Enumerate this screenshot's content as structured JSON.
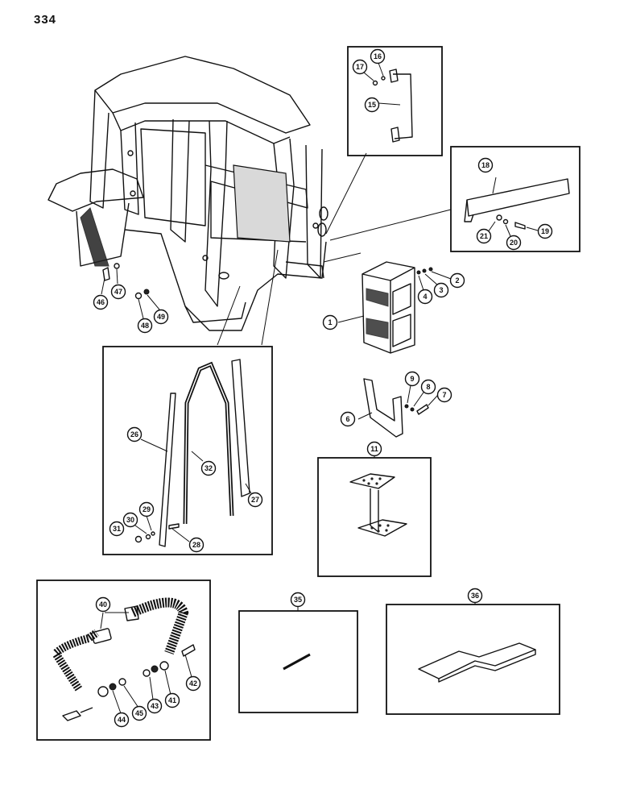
{
  "page_number": "334",
  "callouts": {
    "c1": "1",
    "c2": "2",
    "c3": "3",
    "c4": "4",
    "c6": "6",
    "c7": "7",
    "c8": "8",
    "c9": "9",
    "c11": "11",
    "c15": "15",
    "c16": "16",
    "c17": "17",
    "c18": "18",
    "c19": "19",
    "c20": "20",
    "c21": "21",
    "c26": "26",
    "c27": "27",
    "c28": "28",
    "c29": "29",
    "c30": "30",
    "c31": "31",
    "c32": "32",
    "c35": "35",
    "c36": "36",
    "c40": "40",
    "c41": "41",
    "c42": "42",
    "c43": "43",
    "c44": "44",
    "c45": "45",
    "c46": "46",
    "c47": "47",
    "c48": "48",
    "c49": "49"
  }
}
